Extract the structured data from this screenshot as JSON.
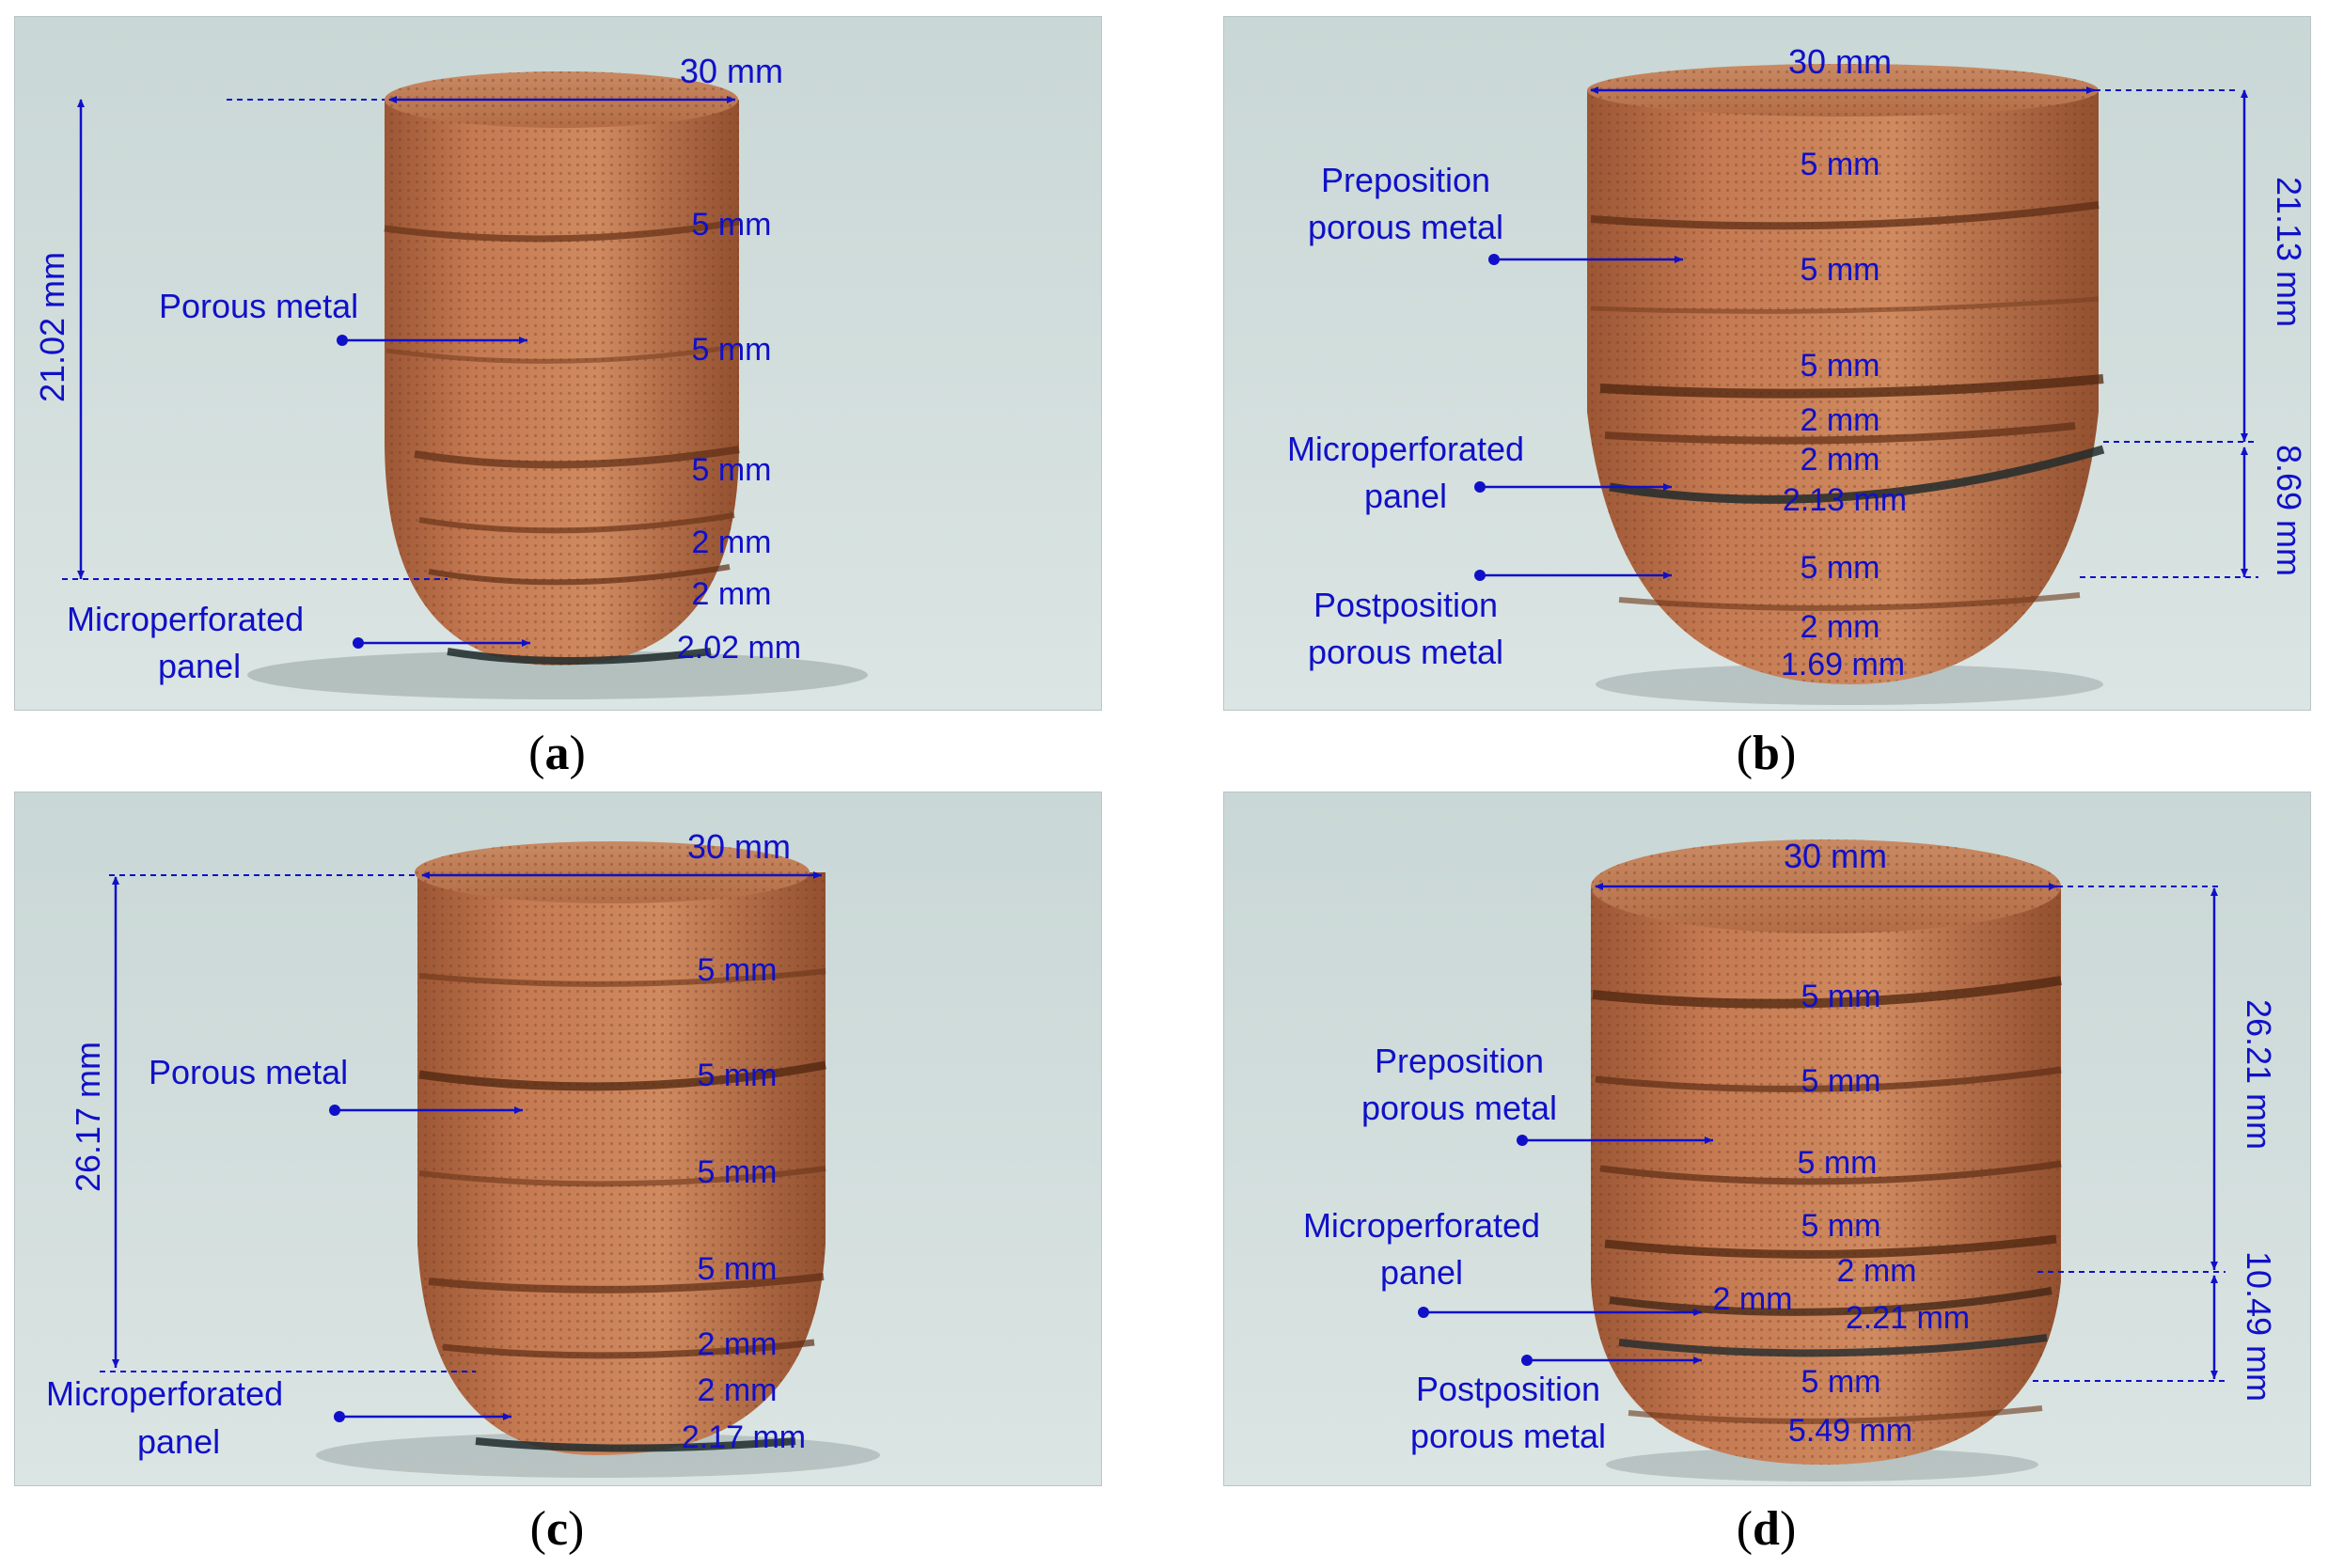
{
  "colors": {
    "annotation": "#1010c8",
    "copper": "#c8794f",
    "copper_dark": "#8a4a2c",
    "background": "#d2dedd"
  },
  "panels": [
    {
      "id": "a",
      "caption_letter": "a",
      "diameter": "30 mm",
      "height_labels": [
        "21.02 mm"
      ],
      "layers": [
        "5 mm",
        "5 mm",
        "5 mm",
        "2 mm",
        "2 mm",
        "2.02 mm"
      ],
      "callouts": [
        {
          "lines": [
            "Porous metal"
          ]
        },
        {
          "lines": [
            "Microperforated",
            "panel"
          ]
        }
      ]
    },
    {
      "id": "b",
      "caption_letter": "b",
      "diameter": "30 mm",
      "height_labels": [
        "21.13 mm",
        "8.69 mm"
      ],
      "layers": [
        "5 mm",
        "5 mm",
        "5 mm",
        "2 mm",
        "2 mm",
        "2.13 mm",
        "5 mm",
        "2 mm",
        "1.69 mm"
      ],
      "callouts": [
        {
          "lines": [
            "Preposition",
            "porous metal"
          ]
        },
        {
          "lines": [
            "Microperforated",
            "panel"
          ]
        },
        {
          "lines": [
            "Postposition",
            "porous metal"
          ]
        }
      ]
    },
    {
      "id": "c",
      "caption_letter": "c",
      "diameter": "30 mm",
      "height_labels": [
        "26.17 mm"
      ],
      "layers": [
        "5 mm",
        "5 mm",
        "5 mm",
        "5 mm",
        "2 mm",
        "2 mm",
        "2.17 mm"
      ],
      "callouts": [
        {
          "lines": [
            "Porous metal"
          ]
        },
        {
          "lines": [
            "Microperforated",
            "panel"
          ]
        }
      ]
    },
    {
      "id": "d",
      "caption_letter": "d",
      "diameter": "30 mm",
      "height_labels": [
        "26.21 mm",
        "10.49 mm"
      ],
      "layers": [
        "5 mm",
        "5 mm",
        "5 mm",
        "5 mm",
        "2 mm",
        "2 mm",
        "2.21 mm",
        "5 mm",
        "5.49 mm"
      ],
      "callouts": [
        {
          "lines": [
            "Preposition",
            "porous metal"
          ]
        },
        {
          "lines": [
            "Microperforated",
            "panel"
          ]
        },
        {
          "lines": [
            "Postposition",
            "porous metal"
          ]
        }
      ]
    }
  ]
}
